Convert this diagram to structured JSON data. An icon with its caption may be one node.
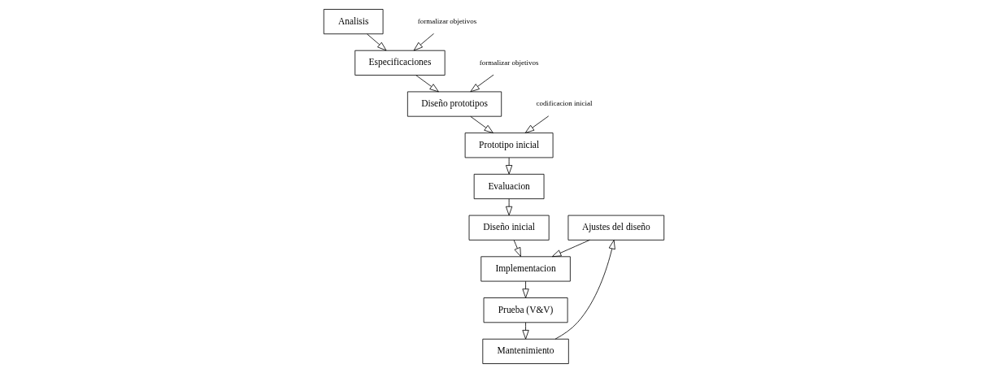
{
  "diagram": {
    "nodes": [
      {
        "text": [
          "Analisis"
        ]
      },
      {
        "text": [
          "Especificaciones"
        ]
      },
      {
        "text": [
          "Diseño prototipos"
        ]
      },
      {
        "text": [
          "Prototipo inicial"
        ]
      },
      {
        "text": [
          "Evaluacion"
        ]
      },
      {
        "text": [
          "Diseño inicial"
        ]
      },
      {
        "text": [
          "Ajustes del diseño"
        ]
      },
      {
        "text": [
          "Implementacion"
        ]
      },
      {
        "text": [
          "Prueba (V&V)"
        ]
      },
      {
        "text": [
          "Mantenimiento"
        ]
      },
      {
        "text": [
          "formalizar objetivos"
        ]
      },
      {
        "text": [
          "formalizar objetivos"
        ]
      },
      {
        "text": [
          "codificacion inicial"
        ]
      }
    ],
    "edges": [
      {
        "from": 0,
        "to": 1,
        "arrow": "to"
      },
      {
        "from": 10,
        "to": 1,
        "arrow": "to"
      },
      {
        "from": 1,
        "to": 2,
        "arrow": "to"
      },
      {
        "from": 11,
        "to": 2,
        "arrow": "to"
      },
      {
        "from": 2,
        "to": 3,
        "arrow": "to"
      },
      {
        "from": 12,
        "to": 3,
        "arrow": "to"
      },
      {
        "from": 3,
        "to": 4,
        "arrow": "to"
      },
      {
        "from": 4,
        "to": 5,
        "arrow": "to"
      },
      {
        "from": 5,
        "to": 7,
        "arrow": "to"
      },
      {
        "from": 9,
        "to": 6,
        "arrow": "to"
      },
      {
        "from": 6,
        "to": 7,
        "arrow": "to"
      },
      {
        "from": 7,
        "to": 8,
        "arrow": "to"
      },
      {
        "from": 8,
        "to": 9,
        "arrow": "to"
      }
    ]
  }
}
